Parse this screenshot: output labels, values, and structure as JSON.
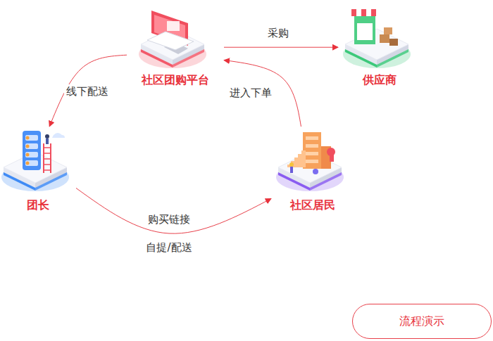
{
  "diagram": {
    "nodes": [
      {
        "text": [
          "社区团购平台"
        ]
      },
      {
        "text": [
          "供应商"
        ]
      },
      {
        "text": [
          "团长"
        ]
      },
      {
        "text": [
          "社区居民"
        ]
      },
      {
        "text": [
          "流程演示"
        ]
      }
    ],
    "edges": [
      {
        "from": 0,
        "to": 1,
        "label": "采购",
        "arrow": "to"
      },
      {
        "from": 0,
        "to": 2,
        "label": "线下配送",
        "arrow": "to"
      },
      {
        "from": 2,
        "to": 3,
        "label": "购买链接",
        "arrow": "to"
      },
      {
        "from": 3,
        "to": 0,
        "label": "进入下单",
        "arrow": "to"
      }
    ],
    "labels": [
      "自提/配送"
    ]
  }
}
